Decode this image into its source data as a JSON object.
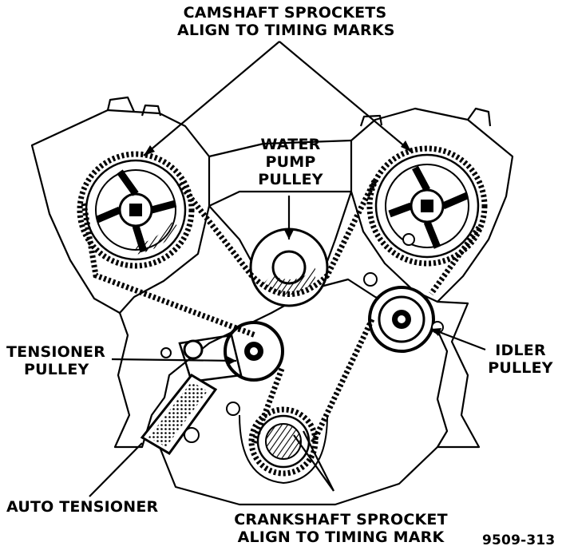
{
  "labels": {
    "camshaft_line1": "CAMSHAFT SPROCKETS",
    "camshaft_line2": "ALIGN TO TIMING MARKS",
    "water_line1": "WATER",
    "water_line2": "PUMP",
    "water_line3": "PULLEY",
    "tensioner_line1": "TENSIONER",
    "tensioner_line2": "PULLEY",
    "idler_line1": "IDLER",
    "idler_line2": "PULLEY",
    "auto_tensioner": "AUTO TENSIONER",
    "crank_line1": "CRANKSHAFT SPROCKET",
    "crank_line2": "ALIGN TO TIMING MARK",
    "figure_id": "9509-313"
  },
  "colors": {
    "ink": "#000000",
    "paper": "#ffffff"
  }
}
